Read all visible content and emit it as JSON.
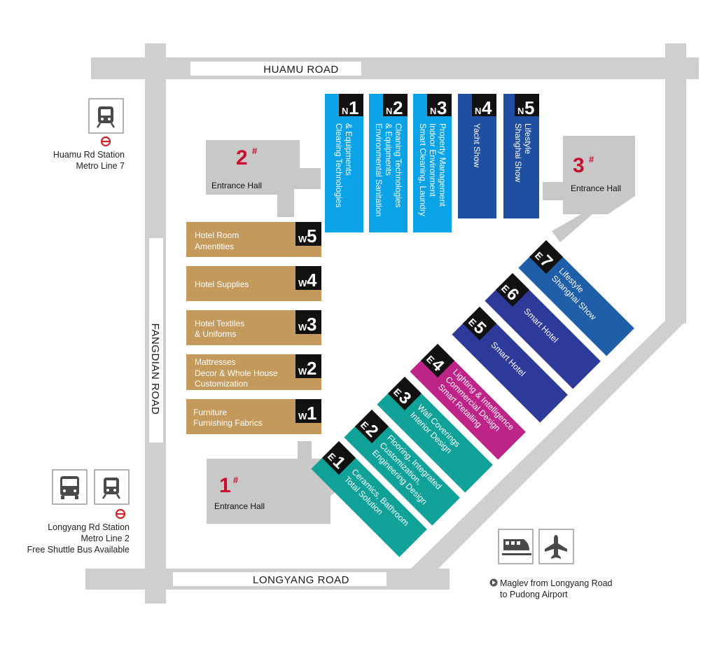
{
  "colors": {
    "road": "#cfcfcf",
    "north_light": "#0aa3e8",
    "north_dark": "#1f4fa0",
    "west": "#c49a5c",
    "east_teal": "#10a198",
    "east_magenta": "#be2387",
    "east_indigo": "#2e3a9a",
    "east_blue": "#1f5ea8",
    "entrance": "#c8c8c8",
    "entrance_number": "#c8102e"
  },
  "roads": {
    "north": "HUAMU ROAD",
    "west": "FANGDIAN ROAD",
    "south": "LONGYANG ROAD"
  },
  "entrances": {
    "e1": {
      "number": "1",
      "mark": "#",
      "label": "Entrance Hall"
    },
    "e2": {
      "number": "2",
      "mark": "#",
      "label": "Entrance Hall"
    },
    "e3": {
      "number": "3",
      "mark": "#",
      "label": "Entrance Hall"
    }
  },
  "north_halls": {
    "n1": {
      "prefix": "N",
      "num": "1",
      "lines": [
        "Cleaning Technologies",
        "& Equipments"
      ]
    },
    "n2": {
      "prefix": "N",
      "num": "2",
      "lines": [
        "Cleaning Technologies",
        "& Equipments",
        "Environmental Sanitation"
      ]
    },
    "n3": {
      "prefix": "N",
      "num": "3",
      "lines": [
        "Property Management",
        "Indoor Environment",
        "Smart Cleaning, Laundry"
      ]
    },
    "n4": {
      "prefix": "N",
      "num": "4",
      "lines": [
        "Yacht Show"
      ]
    },
    "n5": {
      "prefix": "N",
      "num": "5",
      "lines": [
        "Lifestyle",
        "Shanghai Show"
      ]
    }
  },
  "west_halls": {
    "w5": {
      "prefix": "W",
      "num": "5",
      "lines": [
        "Hotel Room",
        "Amentities"
      ]
    },
    "w4": {
      "prefix": "W",
      "num": "4",
      "lines": [
        "Hotel Supplies"
      ]
    },
    "w3": {
      "prefix": "W",
      "num": "3",
      "lines": [
        "Hotel Textiles",
        "& Uniforms"
      ]
    },
    "w2": {
      "prefix": "W",
      "num": "2",
      "lines": [
        "Mattresses",
        "Decor & Whole House",
        "Customization"
      ]
    },
    "w1": {
      "prefix": "W",
      "num": "1",
      "lines": [
        "Furniture",
        "Furnishing Fabrics"
      ]
    }
  },
  "east_halls": {
    "e1": {
      "prefix": "E",
      "num": "1",
      "lines": [
        "Ceramics, Bathroom",
        "Total Solution"
      ]
    },
    "e2": {
      "prefix": "E",
      "num": "2",
      "lines": [
        "Flooring, Integrated",
        "Customization,",
        "Engineering Design"
      ]
    },
    "e3": {
      "prefix": "E",
      "num": "3",
      "lines": [
        "Wall Coverings",
        "Interior Design"
      ]
    },
    "e4": {
      "prefix": "E",
      "num": "4",
      "lines": [
        "Lighting & Intelligence",
        "Commercial Design",
        "Smart Retailing"
      ]
    },
    "e5": {
      "prefix": "E",
      "num": "5",
      "lines": [
        "Smart Hotel"
      ]
    },
    "e6": {
      "prefix": "E",
      "num": "6",
      "lines": [
        "Smart Hotel"
      ]
    },
    "e7": {
      "prefix": "E",
      "num": "7",
      "lines": [
        "Lifestyle",
        "Shanghai Show"
      ]
    }
  },
  "transport": {
    "huamu": {
      "name": "Huamu Rd Station",
      "line": "Metro Line 7",
      "icons": [
        "metro-train-icon",
        "metro-logo-icon"
      ]
    },
    "longyang": {
      "name": "Longyang Rd Station",
      "line": "Metro Line 2",
      "shuttle": "Free Shuttle Bus Available",
      "icons": [
        "bus-icon",
        "metro-train-icon",
        "metro-logo-icon"
      ]
    },
    "maglev": {
      "line1": "Maglev from Longyang Road",
      "line2": "to Pudong Airport",
      "icons": [
        "maglev-train-icon",
        "airplane-icon",
        "play-bullet-icon"
      ]
    }
  }
}
